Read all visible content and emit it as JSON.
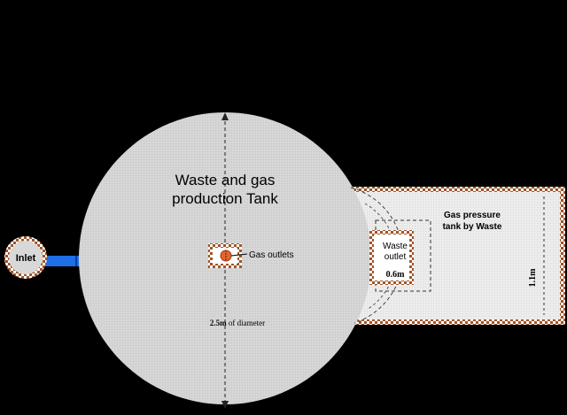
{
  "tank": {
    "title_line1": "Waste and gas",
    "title_line2": "production Tank",
    "diameter_value": "2.5m",
    "diameter_text": " of diameter"
  },
  "inlet": {
    "label": "Inlet"
  },
  "gas_outlets": {
    "label": "Gas outlets"
  },
  "waste_outlet": {
    "label_line1": "Waste",
    "label_line2": "outlet",
    "dimension": "0.6m"
  },
  "pressure_tank": {
    "label_line1": "Gas pressure",
    "label_line2": "tank by Waste",
    "height": "1.1m"
  },
  "colors": {
    "background": "#000000",
    "tank_fill": "#d4d4d4",
    "pipe": "#1e6ee8",
    "checker_a": "#a05428",
    "checker_b": "#ffffff",
    "outlet_marker": "#e8622c"
  }
}
